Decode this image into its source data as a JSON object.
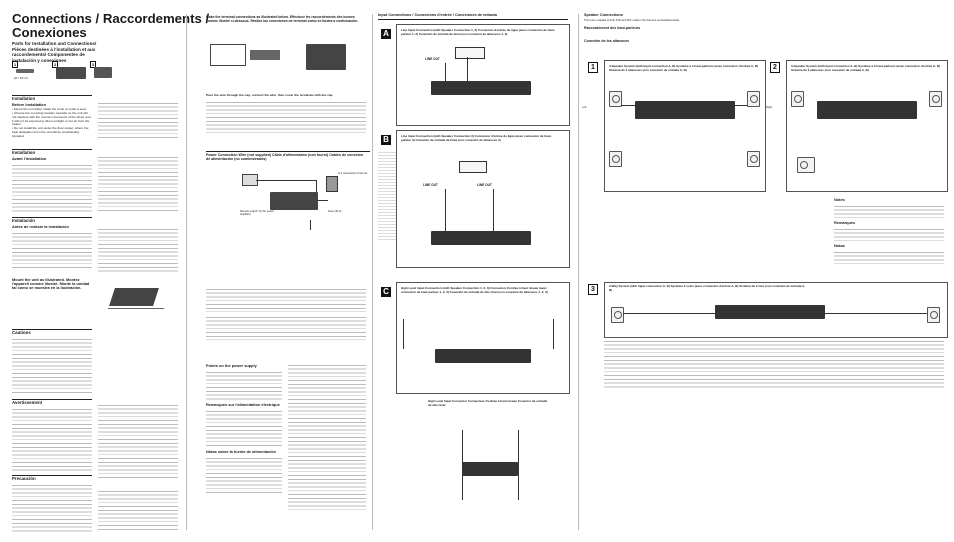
{
  "header": {
    "title_line1": "Connections / Raccordements /",
    "title_line2": "Conexiones",
    "parts_title": "Parts for Installation and Connections/ Pièces destinées à l'installation et aux raccordements/ Componentes de instalación y conexiones"
  },
  "parts": {
    "item1_label": "φ5 × 18 mm",
    "item_numbers": [
      "1",
      "2",
      "3"
    ]
  },
  "col1": {
    "installation_en": "Installation",
    "before_installation": "Before Installation",
    "before_text": "• Mount the unit either inside the trunk or under a seat.\n• Choose the mounting location carefully so the unit will not interfere with the normal movements of the driver and it will not be exposed to direct sunlight or hot air from the heater.\n• Do not install the unit under the floor carpet, where the heat dissipation from the unit will be considerably impaired.",
    "installation_fr": "Installation",
    "avant": "Avant l'installation",
    "installation_es": "Instalación",
    "antes": "Antes de realizar la instalación",
    "mount_caption": "Mount the unit as illustrated. Montez l'appareil comme illustré. Monte la unidad tal como se muestra en la ilustración.",
    "cautions": "Cautions",
    "avertissement": "Avertissement",
    "precaucion": "Precaución"
  },
  "col2": {
    "strip_heading": "Make the terminal connections as illustrated below. Effectuez les raccordements des bornes comme illustré ci-dessous. Realice las conexiones de terminal como se ilustra a continuación.",
    "twist_caption": "Pass the wire through the cap, connect the wire, then cover the terminals with the cap.",
    "power_title": "Power Connection Wire (not supplied) Câble d'alimentation (non fourni) Cables de conexión de alimentación (no suministrados)",
    "remote_out": "Remote output* (to the power amplifier)",
    "to_battery": "to a metal point of the car",
    "fuse_label": "Fuse (30 A)",
    "points_heading": "Points on the power supply",
    "fr_alim": "Remarques sur l'alimentation électrique",
    "es_alim": "Notas sobre la fuente de alimentación"
  },
  "col3": {
    "title": "Input Connections / Connexions d'entrée / Conexiones de entrada",
    "A_caption": "Line Input Connection (with Speaker Connection 1, 2) Connexion d'entrée de ligne (avec connexion de haut-parleur 1, 2) Conexión de entrada de línea (con conexión de altavoces 1, 2)",
    "B_caption": "Line Input Connection (with Speaker Connection 3) Connexion d'entrée de ligne (avec connexion de haut-parleur 3) Conexión de entrada de línea (con conexión de altavoces 3)",
    "C_caption": "High Level Input Connection (with Speaker Connection 1, 2, 3) Connexion d'entrée à haut niveau (avec connexion de haut-parleur 1, 2, 3) Conexión de entrada de alto nivel (con conexión de altavoces 1, 2, 3)",
    "line_out": "LINE OUT",
    "highlevel_title": "High Level Input Connector Connecteur d'entrée à haut niveau Conector de entrada de alto nivel",
    "letters": [
      "A",
      "B",
      "C"
    ]
  },
  "col4": {
    "title": "Speaker Connections",
    "fr": "Raccordement des haut-parleurs",
    "es": "Conexión de los altavoces",
    "intro": "This unit is capable of both STE and OFF mode in the first time as illustrated below.",
    "s1_caption": "4-Speaker System (with Input connection A, B) Système à 4 haut-parleurs (avec connexion d'entrée A, B) Sistema de 4 altavoces (con conexión de entrada A, B)",
    "s2_caption": "3-Speaker System (with Input connection A, B) Système à 3 haut-parleurs (avec connexion d'entrée A, B) Sistema de 3 altavoces (con conexión de entrada A, B)",
    "s3_caption": "2-Way System (with Input connection A, B) Système 2 voies (avec connexion d'entrée A, B) Sistema de 2 vías (con conexión de entrada A, B)",
    "left": "Left",
    "right": "Right",
    "notes": "Notes",
    "remarques": "Remarques",
    "notas": "Notas",
    "numbers": [
      "1",
      "2",
      "3"
    ]
  }
}
